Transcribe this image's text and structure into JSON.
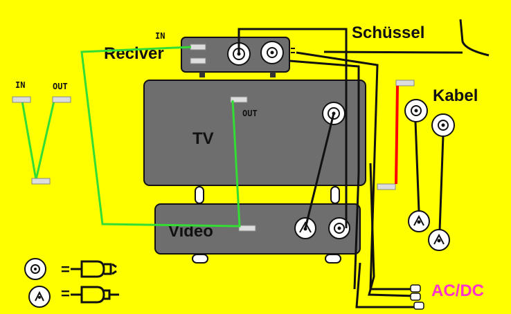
{
  "colors": {
    "background": "#ffff00",
    "device_body": "#6e6e6e",
    "scart_cable": "#33dd33",
    "coax_cable": "#111111",
    "cable_red": "#ff0000",
    "logo": "#ff33cc"
  },
  "labels": {
    "receiver": "Reciver",
    "receiver_in": "IN",
    "tv": "TV",
    "tv_out": "OUT",
    "video": "Video",
    "dish": "Schüssel",
    "cable": "Kabel",
    "adapter_in": "IN",
    "adapter_out": "OUT",
    "logo": "AC/DC"
  },
  "legend": {
    "rows": [
      {
        "symbol": "socket-dot-icon",
        "equals": "=",
        "connector": "cinch-plug-icon"
      },
      {
        "symbol": "socket-triangle-icon",
        "equals": "=",
        "connector": "antenna-plug-icon"
      }
    ]
  }
}
